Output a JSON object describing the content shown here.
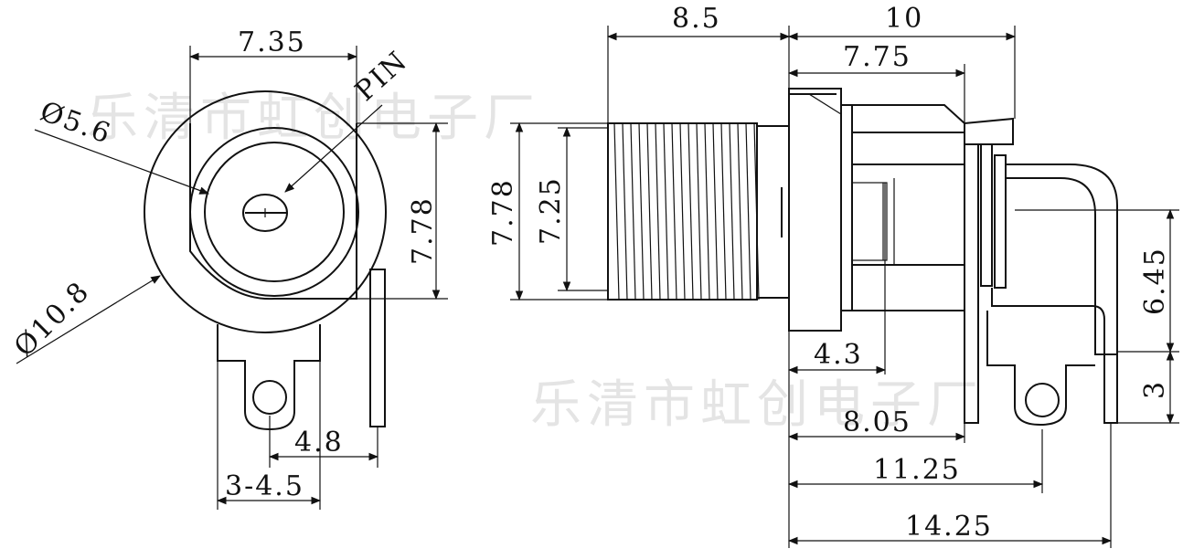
{
  "watermark": "乐清市虹创电子厂",
  "front_view": {
    "width_top": "7.35",
    "pin_label": "PIN",
    "inner_dia": "Ø5.6",
    "height_right": "7.78",
    "outer_dia": "Ø10.8",
    "pin_offset": "4.8",
    "tab_range": "3-4.5"
  },
  "side_view": {
    "thread_len": "8.5",
    "body_len": "10",
    "top_len": "7.75",
    "outer_h": "7.78",
    "inner_h": "7.25",
    "pin_h": "6.45",
    "tab_h": "3",
    "pin1_x": "4.3",
    "pin2_x": "8.05",
    "pin3_x": "11.25",
    "total_x": "14.25"
  }
}
